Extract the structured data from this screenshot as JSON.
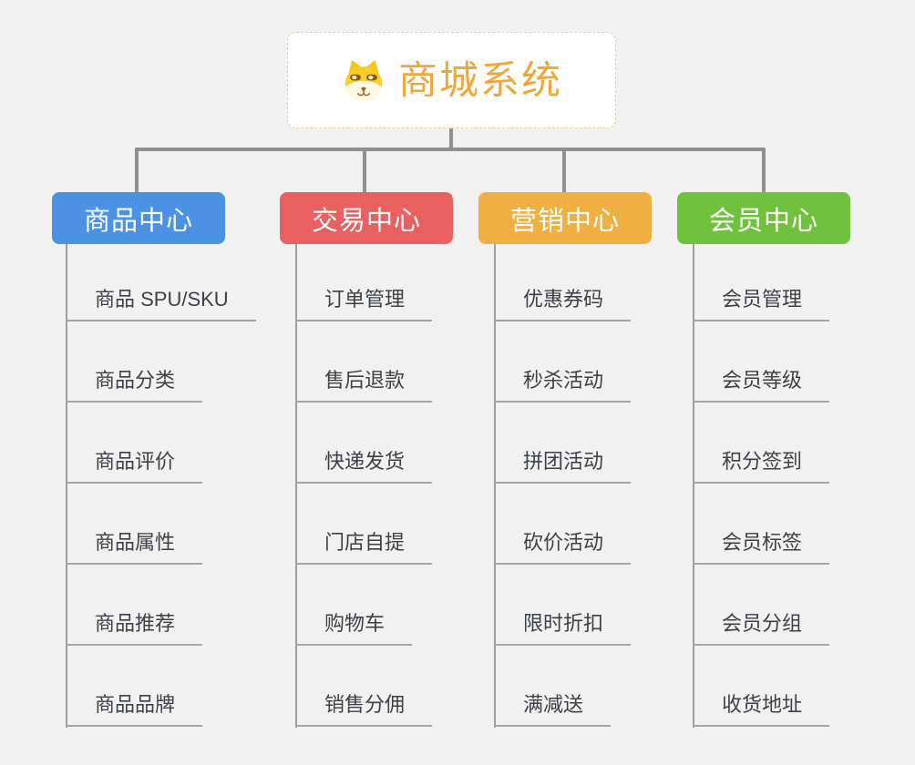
{
  "root": {
    "title": "商城系统",
    "title_color": "#F1A63C",
    "icon": "doge-icon"
  },
  "branches": [
    {
      "label": "商品中心",
      "color": "#4B92E5",
      "children": [
        "商品 SPU/SKU",
        "商品分类",
        "商品评价",
        "商品属性",
        "商品推荐",
        "商品品牌"
      ]
    },
    {
      "label": "交易中心",
      "color": "#E96060",
      "children": [
        "订单管理",
        "售后退款",
        "快递发货",
        "门店自提",
        "购物车",
        "销售分佣"
      ]
    },
    {
      "label": "营销中心",
      "color": "#EFB041",
      "children": [
        "优惠券码",
        "秒杀活动",
        "拼团活动",
        "砍价活动",
        "限时折扣",
        "满减送"
      ]
    },
    {
      "label": "会员中心",
      "color": "#6FC13E",
      "children": [
        "会员管理",
        "会员等级",
        "积分签到",
        "会员标签",
        "会员分组",
        "收货地址"
      ]
    }
  ],
  "connector_color": "#8f8f8f",
  "background_color": "#f1f1f1"
}
